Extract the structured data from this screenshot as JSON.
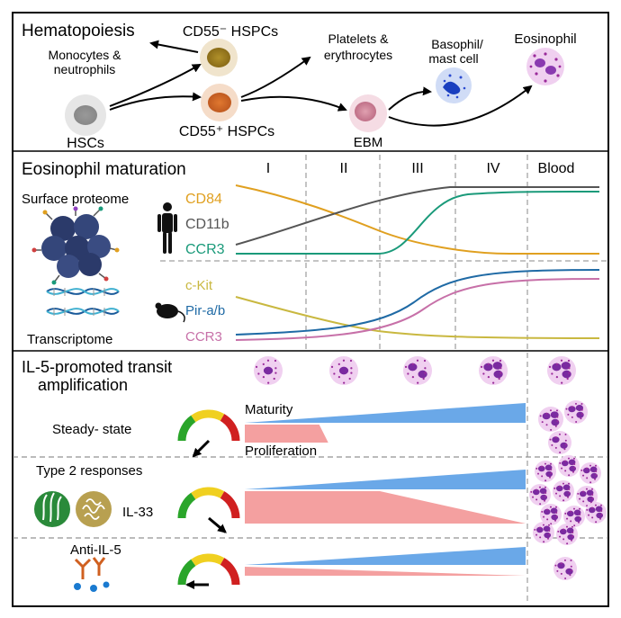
{
  "colors": {
    "border": "#000000",
    "cd84": "#e0a020",
    "cd11b": "#555555",
    "ccr3_human": "#1a9a7a",
    "ckit": "#c9b840",
    "pirab": "#1f6aa5",
    "ccr3_mouse": "#c770a8",
    "maturity": "#6aa8e8",
    "proliferation": "#f4a0a0",
    "gauge_green": "#2aa52a",
    "gauge_yellow": "#f0d020",
    "gauge_red": "#d02020",
    "eos_granule": "#7a2aa0",
    "eos_body": "#f0d0f0"
  },
  "hematopoiesis": {
    "title": "Hematopoiesis",
    "hscs": "HSCs",
    "cd55_minus": "CD55⁻ HSPCs",
    "cd55_plus": "CD55⁺ HSPCs",
    "monocytes_line1": "Monocytes &",
    "monocytes_line2": "neutrophils",
    "platelets_line1": "Platelets &",
    "platelets_line2": "erythrocytes",
    "ebm": "EBM",
    "basophil_line1": "Basophil/",
    "basophil_line2": "mast cell",
    "eosinophil": "Eosinophil"
  },
  "maturation": {
    "title": "Eosinophil maturation",
    "stages": [
      "I",
      "II",
      "III",
      "IV",
      "Blood"
    ],
    "surface_proteome": "Surface proteome",
    "transcriptome": "Transcriptome",
    "human_markers": [
      "CD84",
      "CD11b",
      "CCR3"
    ],
    "mouse_markers": [
      "c-Kit",
      "Pir-a/b",
      "CCR3"
    ]
  },
  "il5": {
    "title_line1": "IL-5-promoted transit",
    "title_line2": "amplification",
    "steady_state": "Steady- state",
    "maturity": "Maturity",
    "proliferation": "Proliferation",
    "type2": "Type 2 responses",
    "il33": "IL-33",
    "anti_il5": "Anti-IL-5",
    "rows": [
      {
        "name": "steady-state",
        "proliferation_level": 0.5,
        "proliferation_end": 0.53,
        "gauge_needle_deg": 225,
        "blood_cells": 3
      },
      {
        "name": "type2",
        "proliferation_level": 1.0,
        "proliferation_end": 1.0,
        "gauge_needle_deg": 320,
        "blood_cells": 12
      },
      {
        "name": "anti-il5",
        "proliferation_level": 0.2,
        "proliferation_end": 1.0,
        "gauge_needle_deg": 180,
        "blood_cells": 1
      }
    ]
  }
}
